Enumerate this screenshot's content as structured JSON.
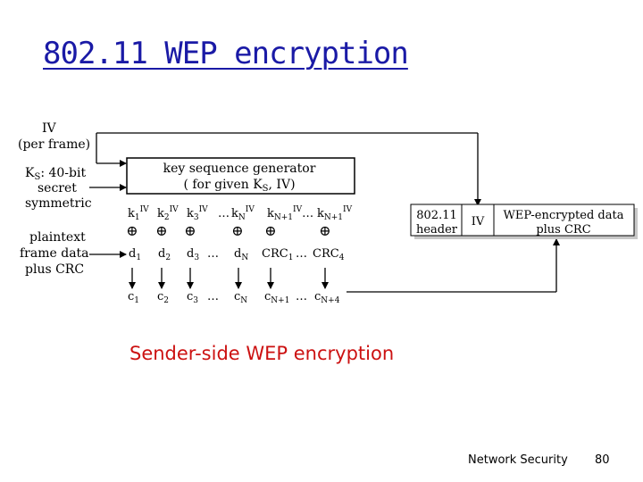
{
  "slide": {
    "title": "802.11 WEP encryption",
    "caption": "Sender-side WEP encryption",
    "footer_label": "Network Security",
    "page_number": "80"
  },
  "diagram": {
    "left_labels": {
      "iv": "IV",
      "per_frame": "(per frame)",
      "ks_line1": "K",
      "ks_sub": "S",
      "ks_line1_rest": ": 40-bit",
      "ks_line2": "secret",
      "ks_line3": "symmetric",
      "plaintext": "plaintext",
      "frame_data": "frame data",
      "plus_crc": "plus CRC"
    },
    "generator": {
      "line1": "key sequence generator",
      "line2_prefix": "( for given K",
      "line2_sub": "S",
      "line2_suffix": ", IV)"
    },
    "key_row": {
      "k": "k",
      "sup": "IV",
      "sub1": "1",
      "sub2": "2",
      "sub3": "3",
      "subN": "N",
      "subN1": "N+1",
      "subN4": "N+1",
      "dots": "…"
    },
    "xor_symbol": "⊕",
    "data_row": {
      "d": "d",
      "sub1": "1",
      "sub2": "2",
      "sub3": "3",
      "subN": "N",
      "crc1": "CRC",
      "crc1_sub": "1",
      "crc4": "CRC",
      "crc4_sub": "4",
      "dots": "…"
    },
    "cipher_row": {
      "c": "c",
      "sub1": "1",
      "sub2": "2",
      "sub3": "3",
      "subN": "N",
      "subN1": "N+1",
      "subN4": "N+4",
      "dots": "…"
    },
    "frame": {
      "header_line1": "802.11",
      "header_line2": "header",
      "iv": "IV",
      "payload_line1": "WEP-encrypted data",
      "payload_line2": "plus CRC"
    }
  }
}
